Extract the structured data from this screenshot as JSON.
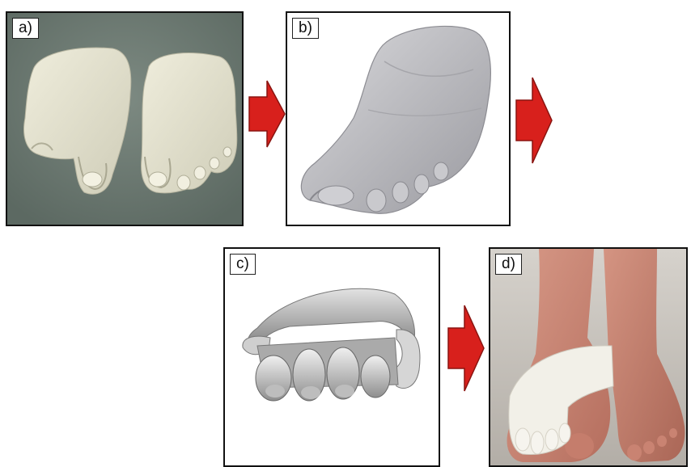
{
  "panels": {
    "a": {
      "label": "a)"
    },
    "b": {
      "label": "b)"
    },
    "c": {
      "label": "c)"
    },
    "d": {
      "label": "d)"
    }
  },
  "colors": {
    "arrow": "#d8201c",
    "arrow_edge": "#8a1410",
    "cast_bg": "#6f7c74",
    "plaster": "#e4e2cf",
    "scan_gray": "#b9b9bd",
    "skin": "#c98a78",
    "orthosis": "#f2f0e8"
  },
  "icons": {
    "process_arrow": "right-arrow-icon"
  }
}
